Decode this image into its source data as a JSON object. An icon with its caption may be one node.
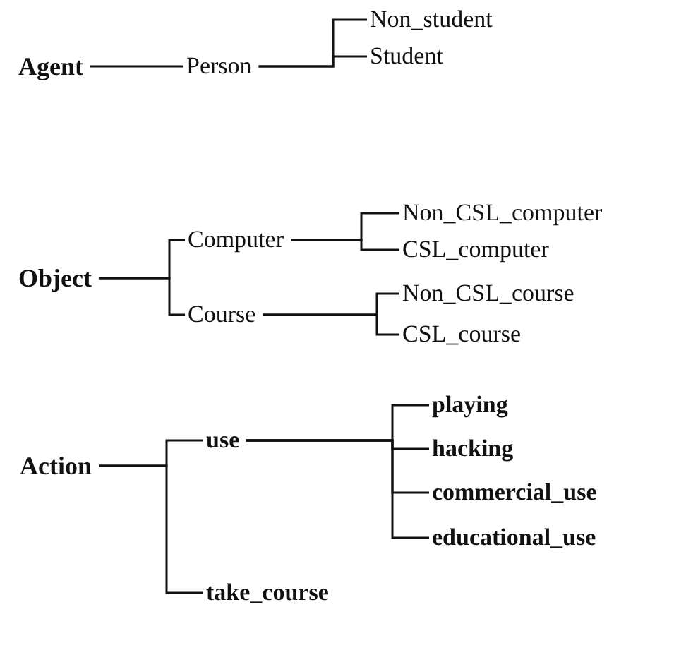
{
  "diagram": {
    "nodes": [
      {
        "text": [
          "Agent"
        ]
      },
      {
        "text": [
          "Person"
        ]
      },
      {
        "text": [
          "Non_student"
        ]
      },
      {
        "text": [
          "Student"
        ]
      },
      {
        "text": [
          "Object"
        ]
      },
      {
        "text": [
          "Computer"
        ]
      },
      {
        "text": [
          "Non_CSL_computer"
        ]
      },
      {
        "text": [
          "CSL_computer"
        ]
      },
      {
        "text": [
          "Course"
        ]
      },
      {
        "text": [
          "Non_CSL_course"
        ]
      },
      {
        "text": [
          "CSL_course"
        ]
      },
      {
        "text": [
          "Action"
        ]
      },
      {
        "text": [
          "use"
        ]
      },
      {
        "text": [
          "take_course"
        ]
      },
      {
        "text": [
          "playing"
        ]
      },
      {
        "text": [
          "hacking"
        ]
      },
      {
        "text": [
          "commercial_use"
        ]
      },
      {
        "text": [
          "educational_use"
        ]
      }
    ],
    "edges": [
      {
        "from": 0,
        "to": 1,
        "arrow": "none"
      },
      {
        "from": 1,
        "to": 2,
        "arrow": "none"
      },
      {
        "from": 1,
        "to": 3,
        "arrow": "none"
      },
      {
        "from": 4,
        "to": 5,
        "arrow": "none"
      },
      {
        "from": 4,
        "to": 8,
        "arrow": "none"
      },
      {
        "from": 5,
        "to": 6,
        "arrow": "none"
      },
      {
        "from": 5,
        "to": 7,
        "arrow": "none"
      },
      {
        "from": 8,
        "to": 9,
        "arrow": "none"
      },
      {
        "from": 8,
        "to": 10,
        "arrow": "none"
      },
      {
        "from": 11,
        "to": 12,
        "arrow": "none"
      },
      {
        "from": 11,
        "to": 13,
        "arrow": "none"
      },
      {
        "from": 12,
        "to": 14,
        "arrow": "none"
      },
      {
        "from": 12,
        "to": 15,
        "arrow": "none"
      },
      {
        "from": 12,
        "to": 16,
        "arrow": "none"
      },
      {
        "from": 12,
        "to": 17,
        "arrow": "none"
      }
    ]
  }
}
